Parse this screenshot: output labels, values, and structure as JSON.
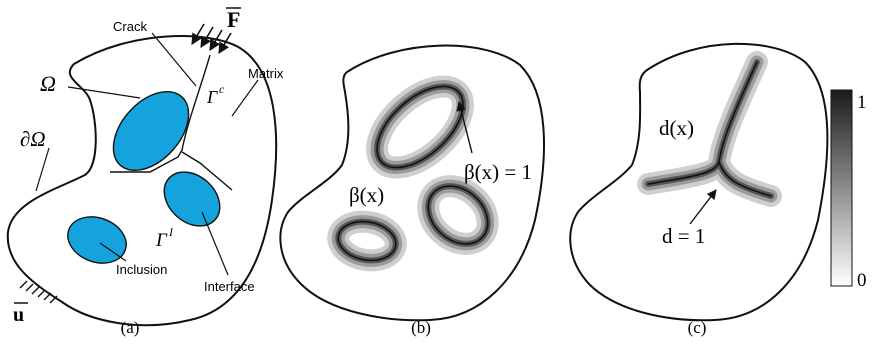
{
  "panel_a": {
    "caption": "(a)",
    "labels": {
      "crack": "Crack",
      "force": "F",
      "omega": "Ω",
      "gamma_c": "Γ",
      "gamma_c_sup": "c",
      "matrix": "Matrix",
      "boundary": "∂Ω",
      "gamma_i": "Γ",
      "gamma_i_sup": "I",
      "inclusion": "Inclusion",
      "interface": "Interface",
      "displacement": "u"
    }
  },
  "panel_b": {
    "caption": "(b)",
    "labels": {
      "beta_x": "β(x)",
      "beta_eq": "β(x) = 1"
    }
  },
  "panel_c": {
    "caption": "(c)",
    "labels": {
      "d_x": "d(x)",
      "d_eq": "d = 1"
    }
  },
  "colorbar": {
    "max_label": "1",
    "min_label": "0",
    "color_max": "#1a1a1a",
    "color_min": "#ffffff"
  },
  "colors": {
    "inclusion_fill": "#14a3dc",
    "line": "#111111"
  }
}
